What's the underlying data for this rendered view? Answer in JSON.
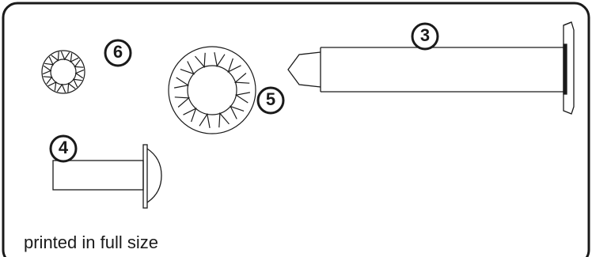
{
  "caption": "printed in full size",
  "callouts": {
    "part_3": "3",
    "part_4": "4",
    "part_5": "5",
    "part_6": "6"
  },
  "colors": {
    "stroke": "#1a1a1a",
    "background": "#ffffff"
  }
}
